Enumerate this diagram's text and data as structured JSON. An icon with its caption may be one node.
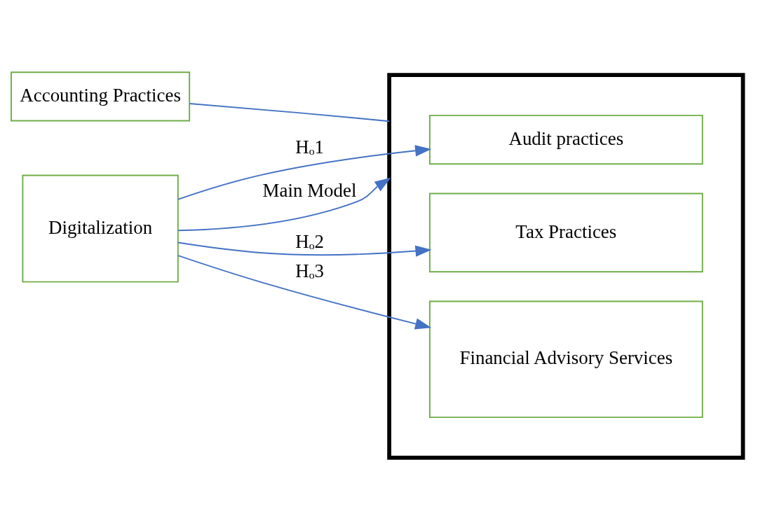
{
  "diagram": {
    "nodes": [
      {
        "text": [
          "Accounting Practices"
        ]
      },
      {
        "text": [
          "Digitalization"
        ]
      },
      {
        "text": [],
        "shape": "box"
      },
      {
        "text": [
          "Audit practices"
        ],
        "in": 2
      },
      {
        "text": [
          "Tax Practices"
        ],
        "in": 2
      },
      {
        "text": [
          "Financial Advisory Services"
        ],
        "in": 2
      }
    ],
    "edges": [
      {
        "from": 0,
        "to": 2,
        "arrow": "none"
      },
      {
        "from": 1,
        "to": 3,
        "arrow": "to",
        "label": "Hₒ1"
      },
      {
        "from": 1,
        "to": 4,
        "arrow": "to",
        "label": "Hₒ2"
      },
      {
        "from": 1,
        "to": 5,
        "arrow": "to",
        "label": "Hₒ3"
      },
      {
        "from": 1,
        "to": 2,
        "arrow": "to",
        "label": "Main Model"
      }
    ]
  }
}
